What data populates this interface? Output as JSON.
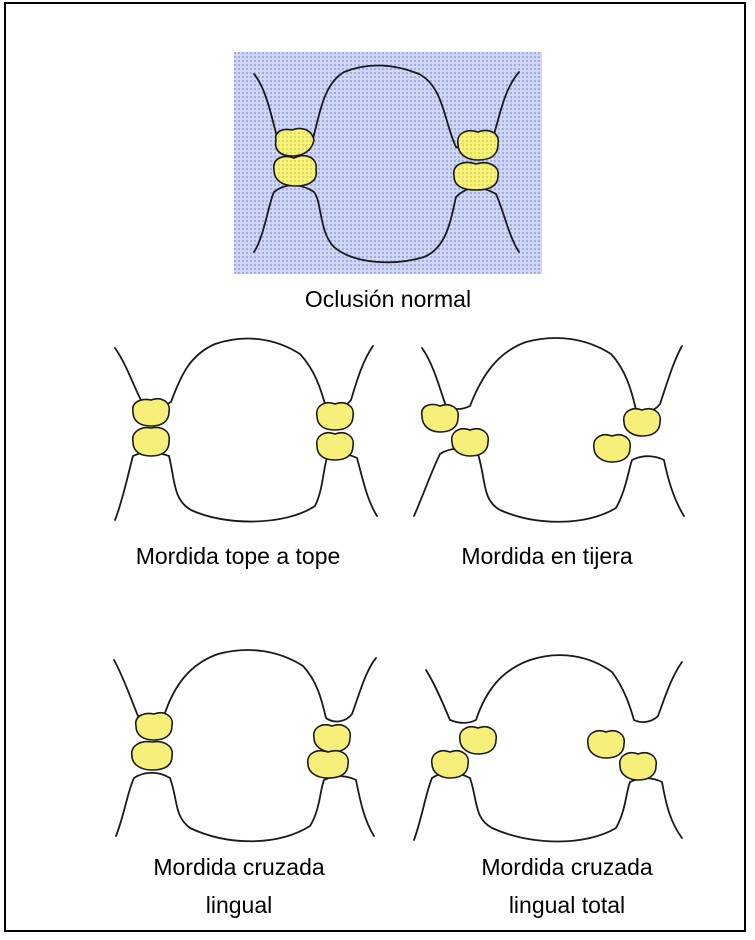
{
  "figure": {
    "captions": {
      "normal": "Oclusión normal",
      "tope": "Mordida tope a tope",
      "tijera": "Mordida en tijera",
      "cruzada": [
        "Mordida cruzada",
        "lingual"
      ],
      "cruzada_total": [
        "Mordida cruzada",
        "lingual total"
      ]
    },
    "colors": {
      "tooth_fill": "#f6f07a",
      "outline": "#1a1a1a",
      "normal_bg": "#b9c4ee",
      "normal_bg_dot": "#8d9be0"
    }
  }
}
